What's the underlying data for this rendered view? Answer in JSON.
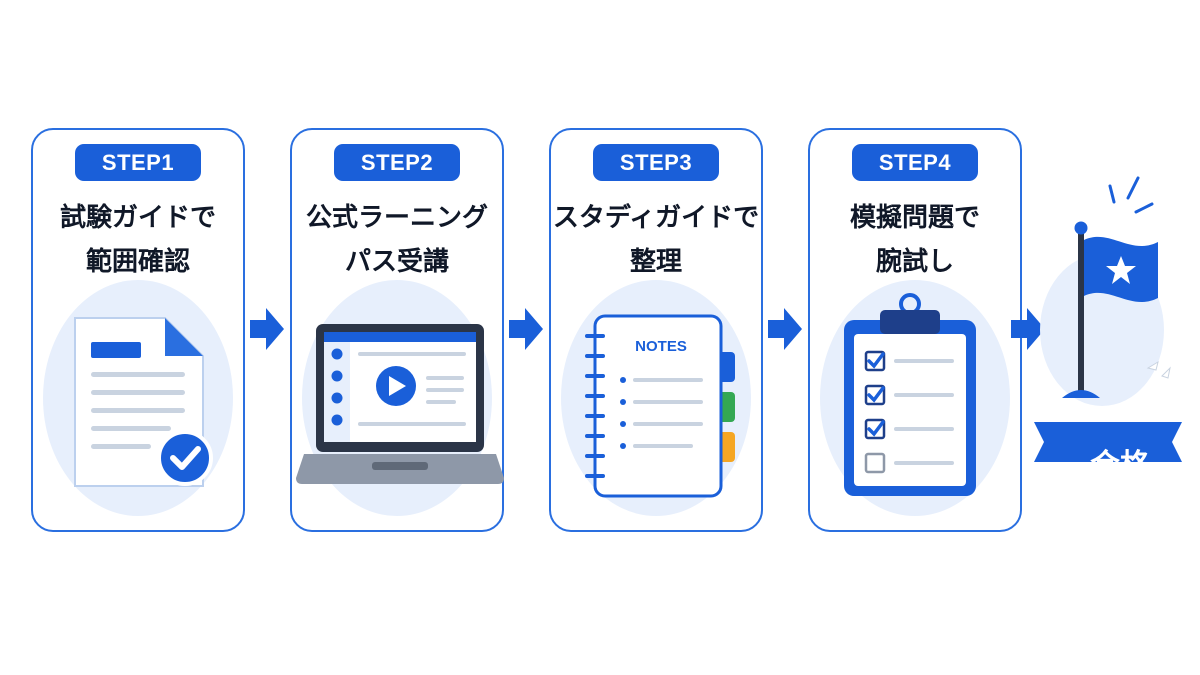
{
  "steps": [
    {
      "badge": "STEP1",
      "line1": "試験ガイドで",
      "line2": "範囲確認"
    },
    {
      "badge": "STEP2",
      "line1": "公式ラーニング",
      "line2": "パス受講"
    },
    {
      "badge": "STEP3",
      "line1": "スタディガイドで",
      "line2": "整理"
    },
    {
      "badge": "STEP4",
      "line1": "模擬問題で",
      "line2": "腕試し"
    }
  ],
  "notes_label": "NOTES",
  "goal_label": "合格",
  "icons": [
    "document-check-icon",
    "laptop-video-icon",
    "notebook-icon",
    "clipboard-checklist-icon",
    "flag-star-icon"
  ],
  "colors": {
    "primary": "#1a5fd9",
    "border": "#2a6fe0",
    "light": "#e7effc",
    "tab_green": "#34a853",
    "tab_orange": "#f5a623"
  }
}
